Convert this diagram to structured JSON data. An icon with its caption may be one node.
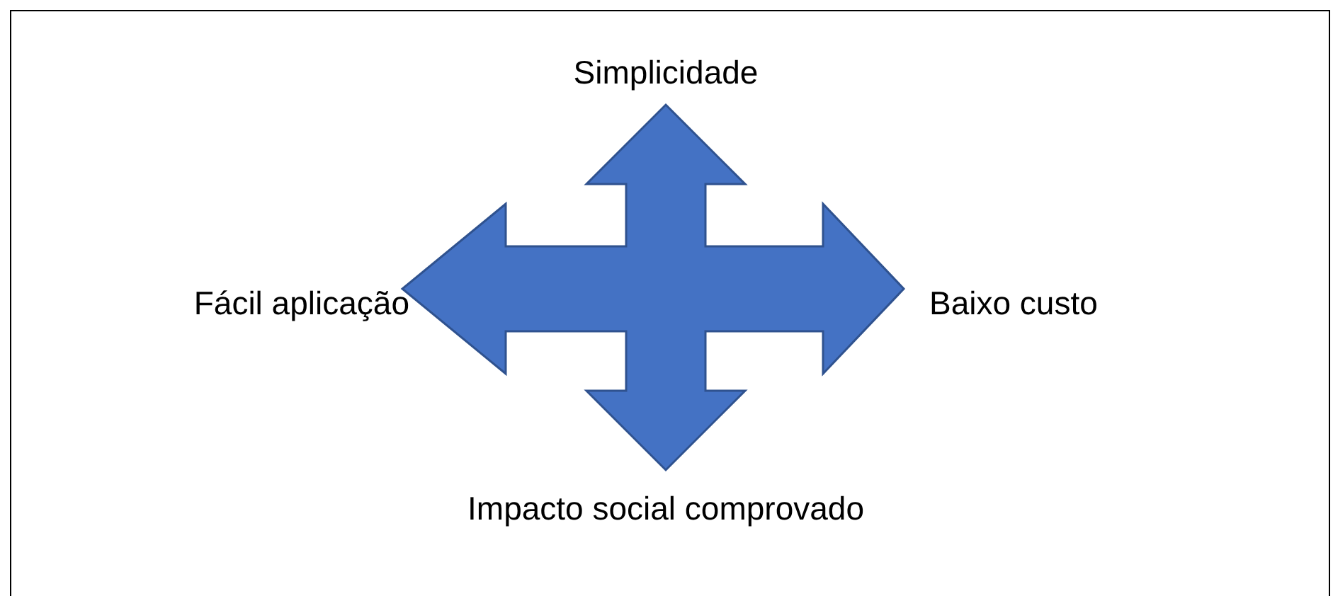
{
  "diagram": {
    "labels": [
      "Simplicidade",
      "Fácil aplicação",
      "Baixo custo",
      "Impacto social comprovado"
    ]
  }
}
